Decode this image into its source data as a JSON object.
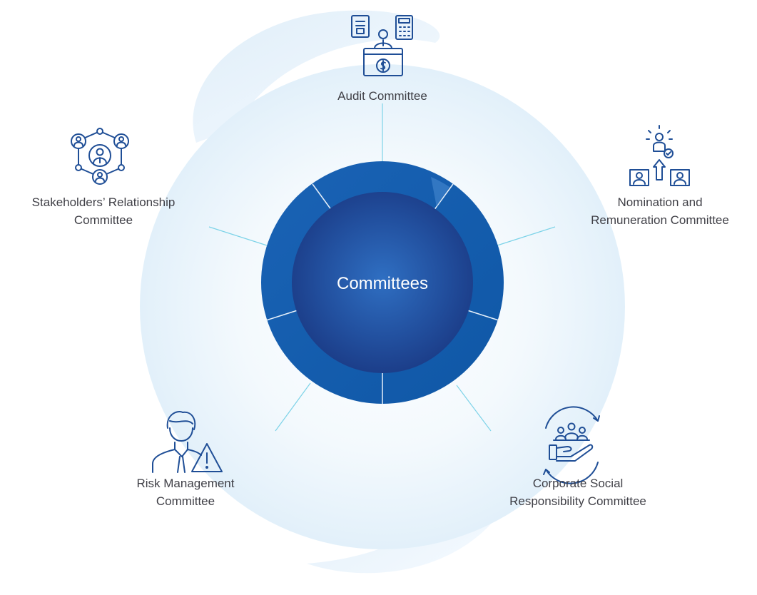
{
  "colors": {
    "dark_blue": "#1a3f8c",
    "mid_blue": "#1f6ab8",
    "ring_blue": "#1565b3",
    "line_cyan": "#7dd3e8",
    "icon_stroke": "#1f4e96",
    "label_text": "#3f3f46",
    "halo": "#e4f1fa"
  },
  "diagram": {
    "center_label": "Committees",
    "nodes": [
      {
        "id": "audit",
        "icon": "audit-desk-icon",
        "lines": [
          "Audit Committee"
        ]
      },
      {
        "id": "nomination",
        "icon": "promotion-people-icon",
        "lines": [
          "Nomination and",
          "Remuneration Committee"
        ]
      },
      {
        "id": "csr",
        "icon": "hand-people-cycle-icon",
        "lines": [
          "Corporate Social",
          "Responsibility Committee"
        ]
      },
      {
        "id": "risk",
        "icon": "person-warning-icon",
        "lines": [
          "Risk Management",
          "Committee"
        ]
      },
      {
        "id": "stakeholders",
        "icon": "people-network-icon",
        "lines": [
          "Stakeholders’ Relationship",
          "Committee"
        ]
      }
    ]
  }
}
